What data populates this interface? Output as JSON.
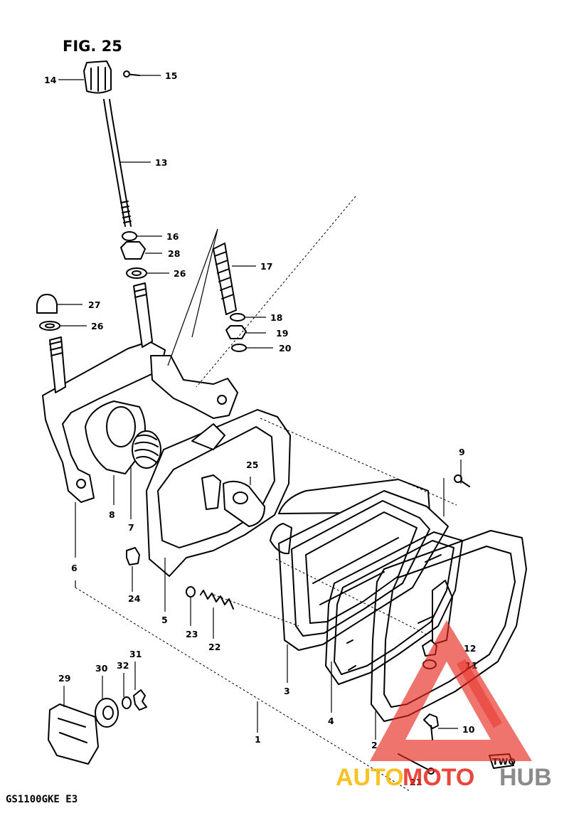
{
  "figure_title": "FIG. 25",
  "model_code": "GS1100GKE  E3",
  "watermark": {
    "auto": "AUTO",
    "moto": "MOTO",
    "hub": "HUB",
    "accent_color": "#e8261c",
    "gold_color": "#f5b800",
    "gray_color": "#777777"
  },
  "callouts": {
    "c1": "1",
    "c2": "2",
    "c3": "3",
    "c4": "4",
    "c5": "5",
    "c6": "6",
    "c7": "7",
    "c8": "8",
    "c9": "9",
    "c10": "10",
    "c11": "11",
    "c12": "12",
    "c13": "13",
    "c14": "14",
    "c15": "15",
    "c16": "16",
    "c17": "17",
    "c18": "18",
    "c19": "19",
    "c20": "20",
    "c21": "21",
    "c22": "22",
    "c23": "23",
    "c24": "24",
    "c25": "25",
    "c26a": "26",
    "c26b": "26",
    "c27": "27",
    "c28": "28",
    "c29": "29",
    "c30": "30",
    "c31": "31",
    "c32": "32"
  },
  "tag_label": "TWO"
}
